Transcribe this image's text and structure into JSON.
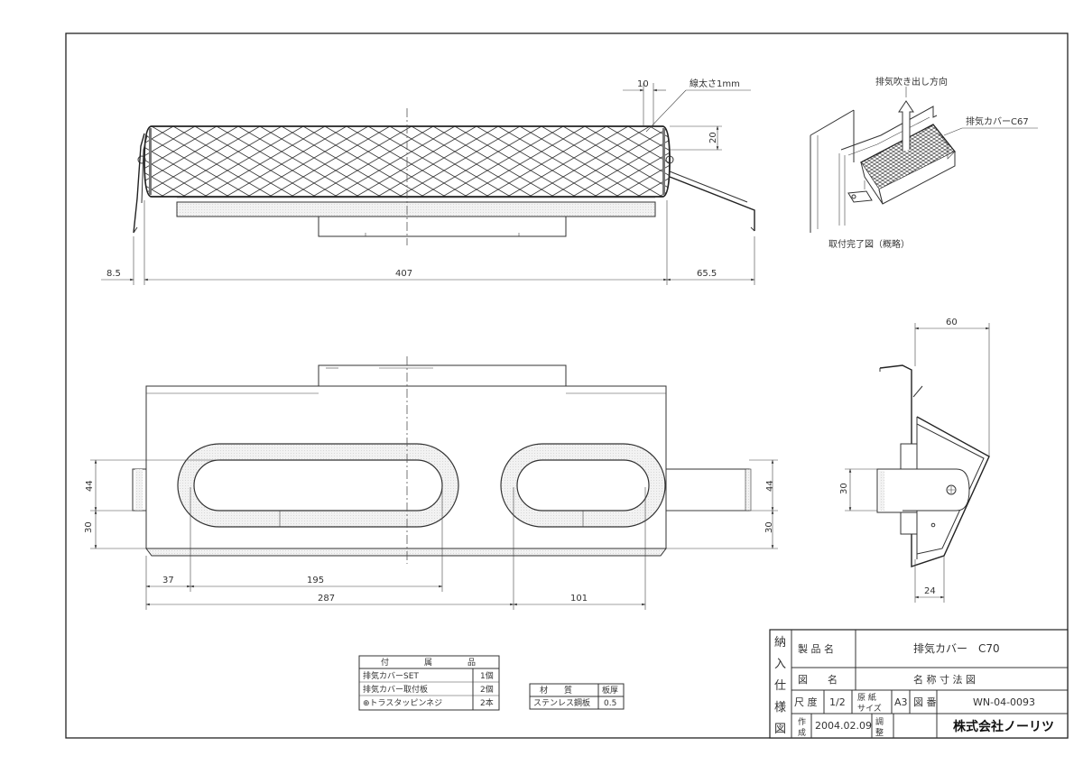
{
  "dims": {
    "d8_5": "8.5",
    "d407": "407",
    "d65_5": "65.5",
    "d10": "10",
    "d20": "20",
    "line_thickness": "線太さ1mm",
    "d44_left": "44",
    "d30_left": "30",
    "d44_right": "44",
    "d30_right": "30",
    "d37": "37",
    "d195": "195",
    "d287": "287",
    "d101": "101",
    "d60": "60",
    "d30_side": "30",
    "d24": "24"
  },
  "iso": {
    "exhaust_direction": "排気吹き出し方向",
    "cover_label": "排気カバーC67",
    "caption": "取付完了図（概略）"
  },
  "accessories": {
    "header": [
      "付",
      "属",
      "品"
    ],
    "rows": [
      {
        "name": "排気カバーSET",
        "qty": "1個"
      },
      {
        "name": "排気カバー取付板",
        "qty": "2個"
      },
      {
        "name": "⊕トラスタッピンネジ",
        "qty": "2本"
      }
    ]
  },
  "material": {
    "h_material": "材　　質",
    "h_thickness": "板厚",
    "value": "ステンレス鋼板",
    "thickness": "0.5"
  },
  "title_block": {
    "vertical_label": [
      "納",
      "入",
      "仕",
      "様",
      "図"
    ],
    "product_label": "製 品 名",
    "product_value": "排気カバー　C70",
    "drawing_label": "図　　名",
    "drawing_value": "名 称 寸 法 図",
    "scale_label": "尺 度",
    "scale_value": "1/2",
    "paper_label_1": "原 紙",
    "paper_label_2": "サイズ",
    "paper_value": "A3",
    "number_label": "図 番",
    "number_value": "WN-04-0093",
    "created_label_1": "作",
    "created_label_2": "成",
    "created_date": "2004.02.09",
    "check_label_1": "調",
    "check_label_2": "整",
    "company": "株式会社ノーリツ"
  }
}
